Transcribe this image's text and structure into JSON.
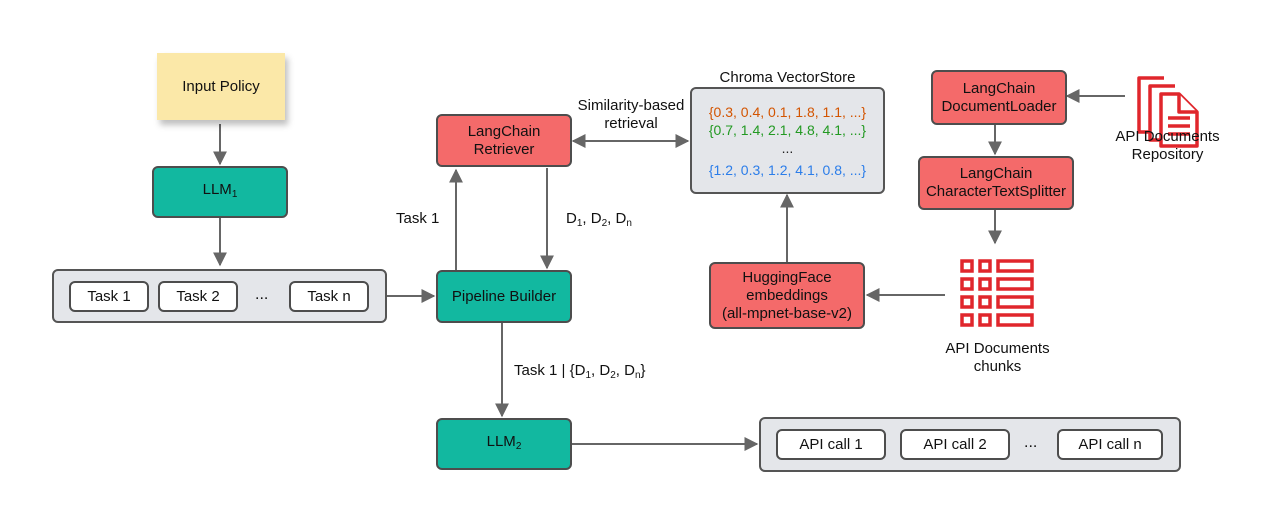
{
  "input_policy": "Input Policy",
  "llm1": {
    "name": "LLM",
    "sub": "1"
  },
  "llm2": {
    "name": "LLM",
    "sub": "2"
  },
  "tasks": {
    "task1": "Task 1",
    "task2": "Task 2",
    "ellipsis": "...",
    "taskn": "Task n"
  },
  "pipeline_builder": "Pipeline Builder",
  "retriever": {
    "line1": "LangChain",
    "line2": "Retriever"
  },
  "label_task1": "Task 1",
  "label_docs": {
    "d": "D",
    "s1": "1",
    "s2": "2",
    "sn": "n",
    "sep": ", "
  },
  "label_task_docs": {
    "prefix": "Task 1 | {D",
    "s1": "1",
    "s2": "2",
    "sn": "n",
    "sep": ", ",
    "close": "}"
  },
  "similarity": {
    "line1": "Similarity-based",
    "line2": "retrieval"
  },
  "vectorstore": {
    "title": "Chroma VectorStore",
    "rows": [
      "{0.3, 0.4, 0.1, 1.8, 1.1, ...}",
      "{0.7, 1.4, 2.1, 4.8, 4.1, ...}",
      "...",
      "{1.2, 0.3, 1.2, 4.1, 0.8, ...}"
    ],
    "row_colors": [
      "#d35400",
      "#229922",
      "#222222",
      "#2b7de9"
    ]
  },
  "document_loader": {
    "line1": "LangChain",
    "line2": "DocumentLoader"
  },
  "text_splitter": {
    "line1": "LangChain",
    "line2": "CharacterTextSplitter"
  },
  "api_repo": {
    "line1": "API Documents",
    "line2": "Repository"
  },
  "embeddings": {
    "line1": "HuggingFace",
    "line2": "embeddings",
    "line3": "(all-mpnet-base-v2)"
  },
  "api_chunks": {
    "line1": "API Documents",
    "line2": "chunks"
  },
  "api_calls": {
    "call1": "API call 1",
    "call2": "API call 2",
    "ellipsis": "...",
    "calln": "API call n"
  },
  "colors": {
    "teal": "#12b8a0",
    "red": "#f46a6a",
    "note": "#fbe8a8",
    "group": "#e4e6ea",
    "arrow": "#666666",
    "icon": "#e0262c"
  }
}
